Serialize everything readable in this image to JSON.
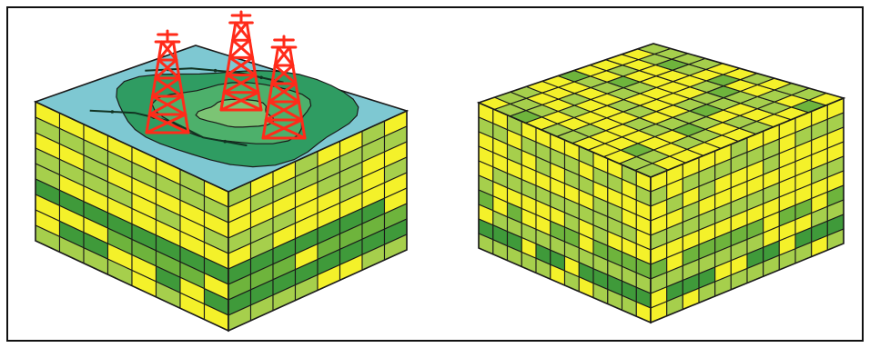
{
  "colors": {
    "yellow": "#f4f12a",
    "light_green": "#a6cf4c",
    "mid_green": "#6eb43c",
    "dark_green": "#3f9a3a",
    "water": "#7ec8d2",
    "contour_outer": "#2f9c62",
    "contour_mid": "#4db06b",
    "contour_inner": "#7cc474",
    "derrick": "#ff2b1a",
    "grid_line": "#1a1a1a",
    "frame": "#111111"
  },
  "icons": {
    "left_model_top": "contour-map-icon",
    "derrick": "oil-derrick-icon"
  },
  "left_model": {
    "kind": "heterogeneous-reservoir-block",
    "top_surface": "contour-map",
    "derrick_count": 3,
    "bands": [
      "yellow",
      "light_green",
      "yellow",
      "light_green",
      "yellow",
      "dark_green",
      "mid_green",
      "dark_green",
      "light_green"
    ]
  },
  "right_model": {
    "kind": "homogeneous-reservoir-block",
    "top_surface": "checker-grid",
    "bands": [
      "yellow",
      "light_green",
      "yellow",
      "yellow",
      "light_green",
      "yellow",
      "mid_green",
      "light_green",
      "dark_green",
      "light_green"
    ]
  }
}
